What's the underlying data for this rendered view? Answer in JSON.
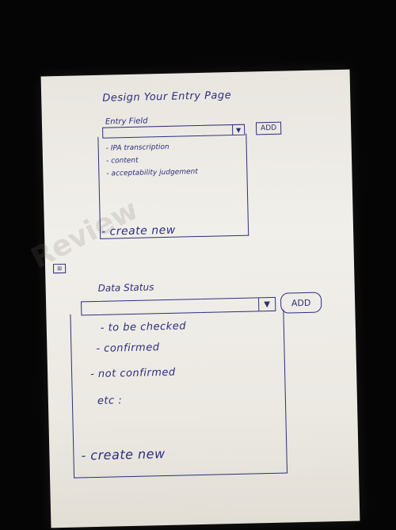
{
  "page_title": "Design Your Entry Page",
  "watermark": "Review",
  "entry_field": {
    "label": "Entry Field",
    "add_label": "ADD",
    "options": [
      "- IPA transcription",
      "- content",
      "- acceptability judgement"
    ],
    "create_new": "- create new"
  },
  "data_status": {
    "icon": "grid-icon",
    "label": "Data Status",
    "add_label": "ADD",
    "options": [
      "- to be checked",
      "- confirmed",
      "- not confirmed",
      "etc :"
    ],
    "create_new": "- create new"
  },
  "colors": {
    "ink": "#2c2e7e",
    "paper": "#ece9e3",
    "background": "#050505"
  }
}
